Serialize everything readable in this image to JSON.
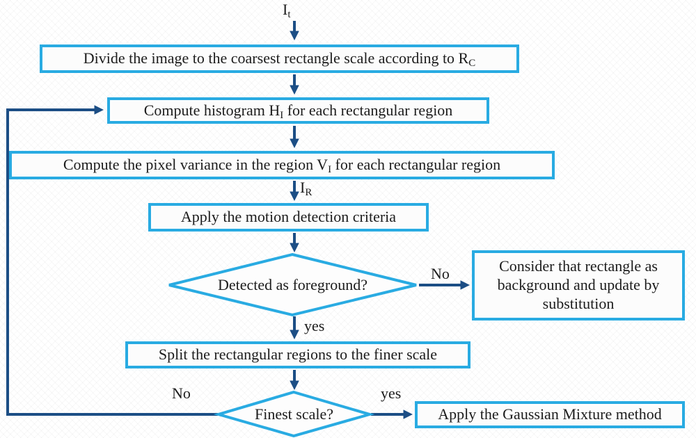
{
  "diagram": {
    "type": "flowchart",
    "colors": {
      "box_border": "#29ABE2",
      "arrow": "#1C4E85",
      "text": "#1C1C1C",
      "box_fill": "#FCFCFC"
    },
    "io_labels": {
      "input_image": {
        "main": "I",
        "sub": "t"
      },
      "region_image": {
        "main": "I",
        "sub": "R"
      }
    },
    "nodes": {
      "divide": {
        "pre": "Divide the image to the coarsest rectangle scale according to R",
        "sub": "C",
        "post": ""
      },
      "histogram": {
        "pre": "Compute histogram H",
        "sub": "I",
        "post": " for each rectangular region"
      },
      "variance": {
        "pre": "Compute the pixel variance in the region V",
        "sub": "I",
        "post": " for each rectangular region"
      },
      "criteria": "Apply the motion detection criteria",
      "foreground_question": "Detected as foreground?",
      "background_update": "Consider that rectangle as background and update by substitution",
      "split": "Split the rectangular regions to the finer scale",
      "finest_question": "Finest scale?",
      "gaussian": "Apply the Gaussian Mixture method"
    },
    "edge_labels": {
      "foreground_no": "No",
      "foreground_yes": "yes",
      "finest_no": "No",
      "finest_yes": "yes"
    }
  }
}
